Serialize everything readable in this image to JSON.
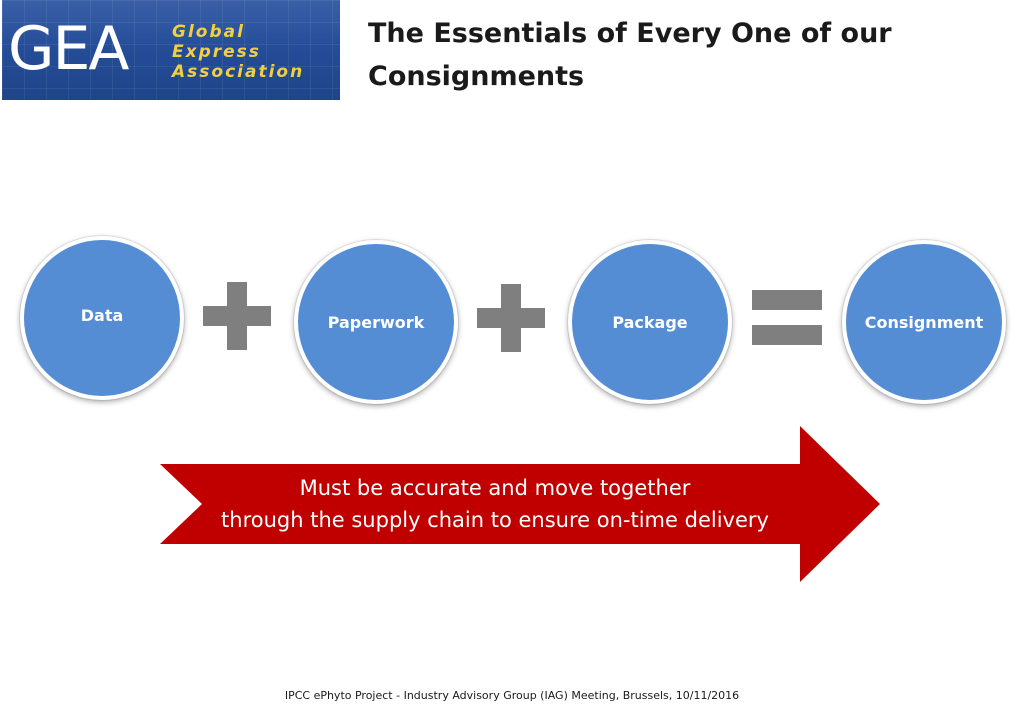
{
  "logo": {
    "mark": "GEA",
    "words": [
      "Global",
      "Express",
      "Association"
    ]
  },
  "title": "The Essentials of Every One of our Consignments",
  "diagram": {
    "items": [
      "Data",
      "Paperwork",
      "Package",
      "Consignment"
    ],
    "operators": [
      "plus",
      "plus",
      "equals"
    ],
    "arrow_text": [
      "Must be accurate and move together",
      "through the supply chain to ensure on-time delivery"
    ],
    "colors": {
      "circle": "#548dd4",
      "operator": "#7f7f7f",
      "arrow": "#c00000"
    }
  },
  "footer": "IPCC ePhyto Project - Industry Advisory Group (IAG) Meeting, Brussels, 10/11/2016"
}
